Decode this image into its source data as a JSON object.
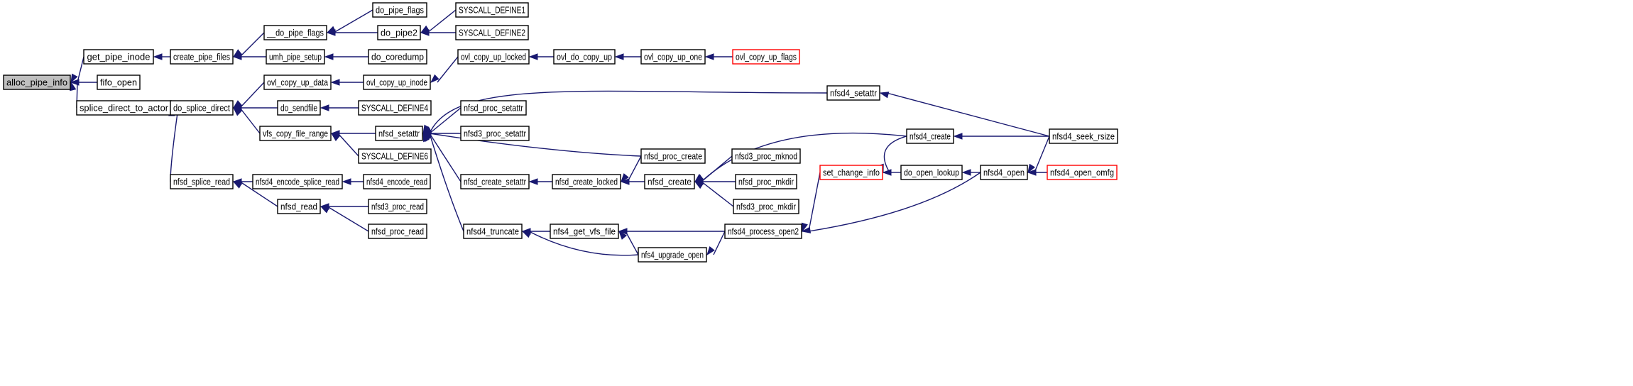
{
  "graph": {
    "nodes": [
      {
        "id": "alloc_pipe_info",
        "label": "alloc_pipe_info",
        "style": "root"
      },
      {
        "id": "get_pipe_inode",
        "label": "get_pipe_inode",
        "style": "normal"
      },
      {
        "id": "fifo_open",
        "label": "fifo_open",
        "style": "normal"
      },
      {
        "id": "splice_direct_to_actor",
        "label": "splice_direct_to_actor",
        "style": "normal"
      },
      {
        "id": "create_pipe_files",
        "label": "create_pipe_files",
        "style": "normal"
      },
      {
        "id": "__do_pipe_flags",
        "label": "__do_pipe_flags",
        "style": "normal"
      },
      {
        "id": "umh_pipe_setup",
        "label": "umh_pipe_setup",
        "style": "normal"
      },
      {
        "id": "do_pipe_flags",
        "label": "do_pipe_flags",
        "style": "normal"
      },
      {
        "id": "do_pipe2",
        "label": "do_pipe2",
        "style": "normal"
      },
      {
        "id": "do_coredump",
        "label": "do_coredump",
        "style": "normal"
      },
      {
        "id": "SYSCALL_DEFINE1",
        "label": "SYSCALL_DEFINE1",
        "style": "normal"
      },
      {
        "id": "SYSCALL_DEFINE2",
        "label": "SYSCALL_DEFINE2",
        "style": "normal"
      },
      {
        "id": "do_splice_direct",
        "label": "do_splice_direct",
        "style": "normal"
      },
      {
        "id": "nfsd_splice_read",
        "label": "nfsd_splice_read",
        "style": "normal"
      },
      {
        "id": "ovl_copy_up_data",
        "label": "ovl_copy_up_data",
        "style": "normal"
      },
      {
        "id": "do_sendfile",
        "label": "do_sendfile",
        "style": "normal"
      },
      {
        "id": "vfs_copy_file_range",
        "label": "vfs_copy_file_range",
        "style": "normal"
      },
      {
        "id": "ovl_copy_up_inode",
        "label": "ovl_copy_up_inode",
        "style": "normal"
      },
      {
        "id": "SYSCALL_DEFINE4",
        "label": "SYSCALL_DEFINE4",
        "style": "normal"
      },
      {
        "id": "nfsd_setattr",
        "label": "nfsd_setattr",
        "style": "normal"
      },
      {
        "id": "SYSCALL_DEFINE6",
        "label": "SYSCALL_DEFINE6",
        "style": "normal"
      },
      {
        "id": "ovl_copy_up_locked",
        "label": "ovl_copy_up_locked",
        "style": "normal"
      },
      {
        "id": "ovl_do_copy_up",
        "label": "ovl_do_copy_up",
        "style": "normal"
      },
      {
        "id": "ovl_copy_up_one",
        "label": "ovl_copy_up_one",
        "style": "normal"
      },
      {
        "id": "ovl_copy_up_flags",
        "label": "ovl_copy_up_flags",
        "style": "external"
      },
      {
        "id": "nfsd4_setattr",
        "label": "nfsd4_setattr",
        "style": "normal"
      },
      {
        "id": "nfsd_proc_setattr",
        "label": "nfsd_proc_setattr",
        "style": "normal"
      },
      {
        "id": "nfsd3_proc_setattr",
        "label": "nfsd3_proc_setattr",
        "style": "normal"
      },
      {
        "id": "nfsd_proc_create",
        "label": "nfsd_proc_create",
        "style": "normal"
      },
      {
        "id": "nfsd_create_setattr",
        "label": "nfsd_create_setattr",
        "style": "normal"
      },
      {
        "id": "nfsd4_truncate",
        "label": "nfsd4_truncate",
        "style": "normal"
      },
      {
        "id": "nfsd_create_locked",
        "label": "nfsd_create_locked",
        "style": "normal"
      },
      {
        "id": "nfsd_create",
        "label": "nfsd_create",
        "style": "normal"
      },
      {
        "id": "nfsd3_proc_mknod",
        "label": "nfsd3_proc_mknod",
        "style": "normal"
      },
      {
        "id": "nfsd_proc_mkdir",
        "label": "nfsd_proc_mkdir",
        "style": "normal"
      },
      {
        "id": "nfsd3_proc_mkdir",
        "label": "nfsd3_proc_mkdir",
        "style": "normal"
      },
      {
        "id": "nfsd4_create",
        "label": "nfsd4_create",
        "style": "normal"
      },
      {
        "id": "nfs4_get_vfs_file",
        "label": "nfs4_get_vfs_file",
        "style": "normal"
      },
      {
        "id": "nfs4_upgrade_open",
        "label": "nfs4_upgrade_open",
        "style": "normal"
      },
      {
        "id": "nfsd4_process_open2",
        "label": "nfsd4_process_open2",
        "style": "normal"
      },
      {
        "id": "set_change_info",
        "label": "set_change_info",
        "style": "external"
      },
      {
        "id": "do_open_lookup",
        "label": "do_open_lookup",
        "style": "normal"
      },
      {
        "id": "nfsd4_open",
        "label": "nfsd4_open",
        "style": "normal"
      },
      {
        "id": "nfsd4_seek_rsize",
        "label": "nfsd4_seek_rsize",
        "style": "normal"
      },
      {
        "id": "nfsd4_open_omfg",
        "label": "nfsd4_open_omfg",
        "style": "external"
      },
      {
        "id": "nfsd4_encode_splice_read",
        "label": "nfsd4_encode_splice_read",
        "style": "normal"
      },
      {
        "id": "nfsd_read",
        "label": "nfsd_read",
        "style": "normal"
      },
      {
        "id": "nfsd4_encode_read",
        "label": "nfsd4_encode_read",
        "style": "normal"
      },
      {
        "id": "nfsd3_proc_read",
        "label": "nfsd3_proc_read",
        "style": "normal"
      },
      {
        "id": "nfsd_proc_read",
        "label": "nfsd_proc_read",
        "style": "normal"
      }
    ],
    "edges": [
      [
        "alloc_pipe_info",
        "get_pipe_inode"
      ],
      [
        "alloc_pipe_info",
        "fifo_open"
      ],
      [
        "alloc_pipe_info",
        "splice_direct_to_actor"
      ],
      [
        "get_pipe_inode",
        "create_pipe_files"
      ],
      [
        "create_pipe_files",
        "__do_pipe_flags"
      ],
      [
        "create_pipe_files",
        "umh_pipe_setup"
      ],
      [
        "__do_pipe_flags",
        "do_pipe_flags"
      ],
      [
        "__do_pipe_flags",
        "do_pipe2"
      ],
      [
        "do_pipe2",
        "SYSCALL_DEFINE1"
      ],
      [
        "do_pipe2",
        "SYSCALL_DEFINE2"
      ],
      [
        "umh_pipe_setup",
        "do_coredump"
      ],
      [
        "splice_direct_to_actor",
        "do_splice_direct"
      ],
      [
        "splice_direct_to_actor",
        "nfsd_splice_read"
      ],
      [
        "do_splice_direct",
        "ovl_copy_up_data"
      ],
      [
        "do_splice_direct",
        "do_sendfile"
      ],
      [
        "do_splice_direct",
        "vfs_copy_file_range"
      ],
      [
        "ovl_copy_up_data",
        "ovl_copy_up_inode"
      ],
      [
        "ovl_copy_up_inode",
        "ovl_copy_up_locked"
      ],
      [
        "ovl_copy_up_locked",
        "ovl_do_copy_up"
      ],
      [
        "ovl_do_copy_up",
        "ovl_copy_up_one"
      ],
      [
        "ovl_copy_up_one",
        "ovl_copy_up_flags"
      ],
      [
        "do_sendfile",
        "SYSCALL_DEFINE4"
      ],
      [
        "vfs_copy_file_range",
        "nfsd_setattr"
      ],
      [
        "vfs_copy_file_range",
        "SYSCALL_DEFINE6"
      ],
      [
        "nfsd_setattr",
        "nfsd4_setattr"
      ],
      [
        "nfsd_setattr",
        "nfsd_proc_setattr"
      ],
      [
        "nfsd_setattr",
        "nfsd3_proc_setattr"
      ],
      [
        "nfsd_setattr",
        "nfsd_proc_create"
      ],
      [
        "nfsd_setattr",
        "nfsd_create_setattr"
      ],
      [
        "nfsd_setattr",
        "nfsd4_truncate"
      ],
      [
        "nfsd4_setattr",
        "nfsd4_seek_rsize"
      ],
      [
        "nfsd_create_setattr",
        "nfsd_create_locked"
      ],
      [
        "nfsd_create_locked",
        "nfsd_proc_create"
      ],
      [
        "nfsd_create_locked",
        "nfsd_create"
      ],
      [
        "nfsd_create",
        "nfsd4_create"
      ],
      [
        "nfsd_create",
        "nfsd3_proc_mknod"
      ],
      [
        "nfsd_create",
        "nfsd_proc_mkdir"
      ],
      [
        "nfsd_create",
        "nfsd3_proc_mkdir"
      ],
      [
        "nfsd4_create",
        "nfsd4_seek_rsize"
      ],
      [
        "nfsd4_truncate",
        "nfs4_get_vfs_file"
      ],
      [
        "nfsd4_truncate",
        "nfs4_upgrade_open"
      ],
      [
        "nfs4_get_vfs_file",
        "nfsd4_process_open2"
      ],
      [
        "nfs4_get_vfs_file",
        "nfs4_upgrade_open"
      ],
      [
        "nfs4_upgrade_open",
        "nfsd4_process_open2"
      ],
      [
        "nfsd4_process_open2",
        "set_change_info"
      ],
      [
        "nfsd4_process_open2",
        "nfsd4_open"
      ],
      [
        "set_change_info",
        "nfsd4_create"
      ],
      [
        "set_change_info",
        "do_open_lookup"
      ],
      [
        "do_open_lookup",
        "nfsd4_open"
      ],
      [
        "nfsd4_open",
        "nfsd4_seek_rsize"
      ],
      [
        "nfsd4_open",
        "nfsd4_open_omfg"
      ],
      [
        "nfsd_splice_read",
        "nfsd4_encode_splice_read"
      ],
      [
        "nfsd_splice_read",
        "nfsd_read"
      ],
      [
        "nfsd4_encode_splice_read",
        "nfsd4_encode_read"
      ],
      [
        "nfsd_read",
        "nfsd3_proc_read"
      ],
      [
        "nfsd_read",
        "nfsd_proc_read"
      ]
    ],
    "colors": {
      "edge": "#191970",
      "root_fill": "#bfbfbf",
      "external_border": "#ff0000",
      "node_border": "#000000"
    }
  }
}
